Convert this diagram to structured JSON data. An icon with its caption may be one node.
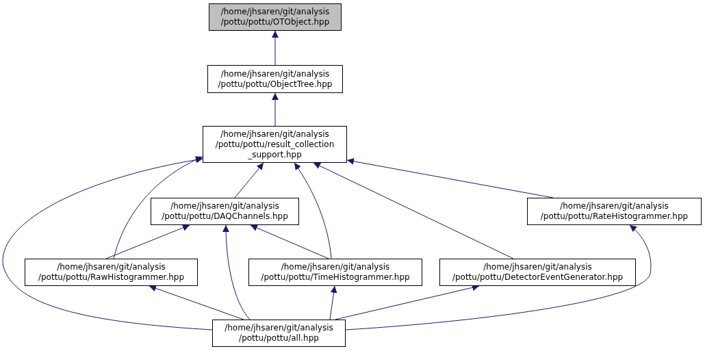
{
  "diagram": {
    "nodes": [
      {
        "text": [
          "/home/jhsaren/git/analysis /pottu/pottu/OTObject.hpp"
        ]
      },
      {
        "text": [
          "/home/jhsaren/git/analysis /pottu/pottu/ObjectTree.hpp"
        ]
      },
      {
        "text": [
          "/home/jhsaren/git/analysis /pottu/pottu/result_collection _support.hpp"
        ]
      },
      {
        "text": [
          "/home/jhsaren/git/analysis /pottu/pottu/DAQChannels.hpp"
        ]
      },
      {
        "text": [
          "/home/jhsaren/git/analysis /pottu/pottu/RateHistogrammer.hpp"
        ]
      },
      {
        "text": [
          "/home/jhsaren/git/analysis /pottu/pottu/RawHistogrammer.hpp"
        ]
      },
      {
        "text": [
          "/home/jhsaren/git/analysis /pottu/pottu/TimeHistogrammer.hpp"
        ]
      },
      {
        "text": [
          "/home/jhsaren/git/analysis /pottu/pottu/DetectorEventGenerator.hpp"
        ]
      },
      {
        "text": [
          "/home/jhsaren/git/analysis /pottu/pottu/all.hpp"
        ]
      }
    ],
    "edges": [
      {
        "from": 1,
        "to": 0,
        "arrow": "to"
      },
      {
        "from": 2,
        "to": 1,
        "arrow": "to"
      },
      {
        "from": 3,
        "to": 2,
        "arrow": "to"
      },
      {
        "from": 5,
        "to": 2,
        "arrow": "to"
      },
      {
        "from": 8,
        "to": 2,
        "arrow": "to"
      },
      {
        "from": 6,
        "to": 2,
        "arrow": "to"
      },
      {
        "from": 7,
        "to": 2,
        "arrow": "to"
      },
      {
        "from": 4,
        "to": 2,
        "arrow": "to"
      },
      {
        "from": 5,
        "to": 3,
        "arrow": "to"
      },
      {
        "from": 6,
        "to": 3,
        "arrow": "to"
      },
      {
        "from": 8,
        "to": 3,
        "arrow": "to"
      },
      {
        "from": 8,
        "to": 5,
        "arrow": "to"
      },
      {
        "from": 8,
        "to": 6,
        "arrow": "to"
      },
      {
        "from": 8,
        "to": 7,
        "arrow": "to"
      },
      {
        "from": 8,
        "to": 4,
        "arrow": "to"
      }
    ]
  }
}
